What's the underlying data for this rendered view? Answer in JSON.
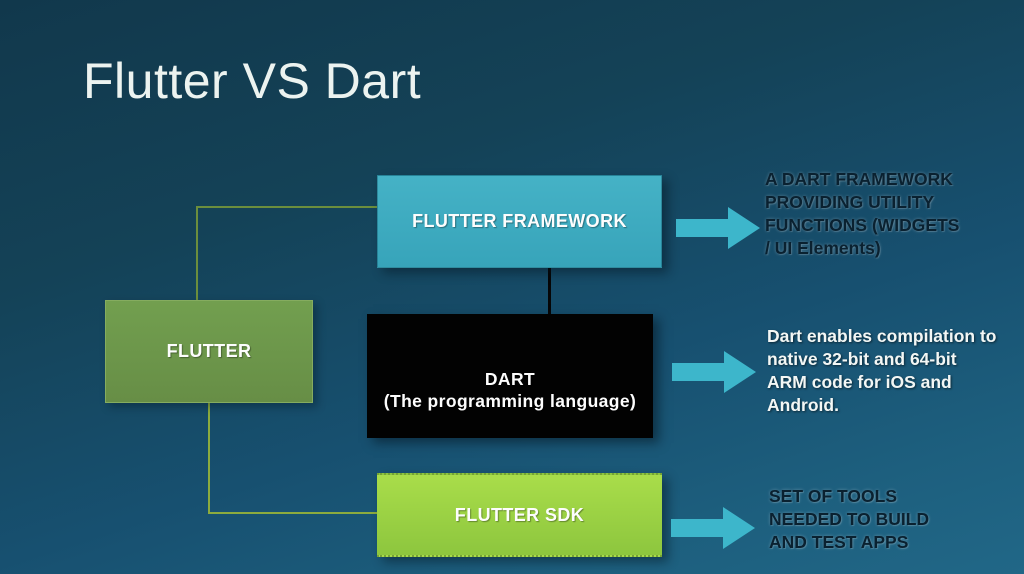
{
  "slide": {
    "title": "Flutter VS Dart"
  },
  "diagram": {
    "boxes": {
      "flutter": {
        "label": "FLUTTER",
        "color": "#6d994b"
      },
      "framework": {
        "label": "FLUTTER FRAMEWORK",
        "color": "#3eadc2"
      },
      "dart": {
        "label": "DART\n(The programming language)",
        "color": "#020202"
      },
      "sdk": {
        "label": "FLUTTER SDK",
        "color": "#9ad243"
      }
    },
    "annotations": {
      "framework_note": {
        "text": "A DART FRAMEWORK\nPROVIDING UTILITY\nFUNCTIONS (WIDGETS\n/ UI Elements)",
        "text_color": "#0a2130"
      },
      "dart_note": {
        "text": "Dart enables compilation to\nnative 32-bit and 64-bit\nARM code for iOS and\nAndroid.",
        "text_color": "#f3f7f5"
      },
      "sdk_note": {
        "text": "SET OF TOOLS\nNEEDED TO BUILD\nAND TEST APPS",
        "text_color": "#0a2130"
      }
    },
    "connector_colors": {
      "flutter_to_framework": "#6b8e3d",
      "flutter_to_sdk": "#8cab3e",
      "framework_to_dart": "#060606"
    },
    "arrow_color": "#3db6cb",
    "background_top_color": "#11384c",
    "background_bottom_color": "#216787"
  }
}
